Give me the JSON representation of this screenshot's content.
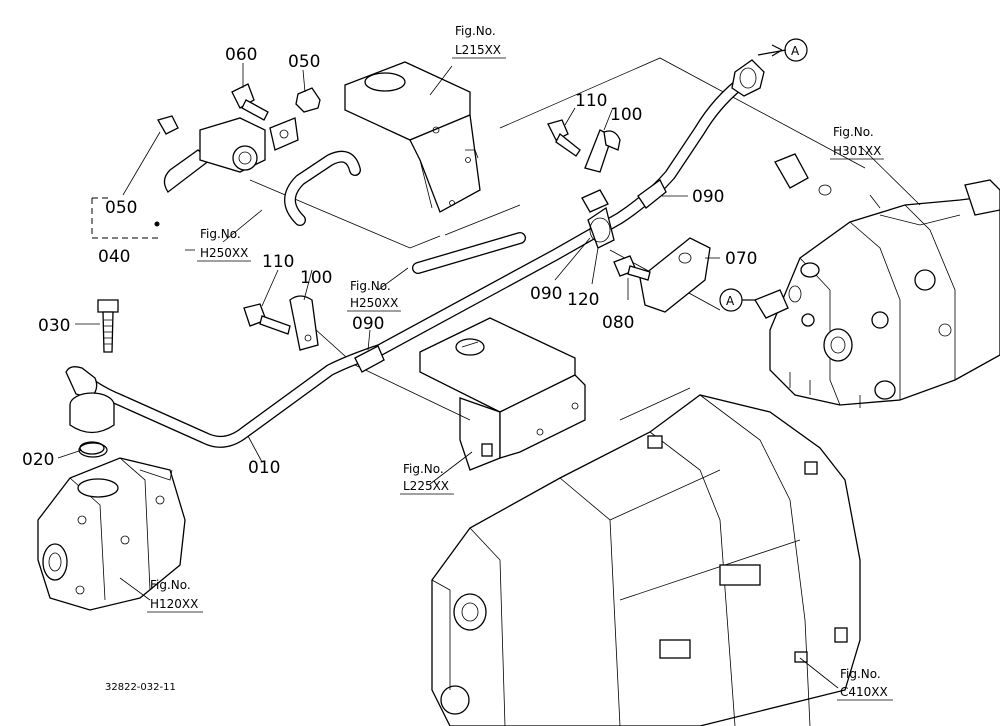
{
  "callouts": {
    "p060": "060",
    "p050_top": "050",
    "p050_left": "050",
    "p040": "040",
    "p110_top": "110",
    "p100_top": "100",
    "p090_right": "090",
    "p070": "070",
    "p090_mid": "090",
    "p120": "120",
    "p080": "080",
    "p110_mid": "110",
    "p100_mid": "100",
    "p090_low": "090",
    "p030": "030",
    "p020": "020",
    "p010": "010"
  },
  "figure_refs": {
    "prefix": "Fig.No.",
    "l215": "L215XX",
    "h301": "H301XX",
    "h250_left": "H250XX",
    "h250_mid": "H250XX",
    "l225": "L225XX",
    "h120": "H120XX",
    "c410": "C410XX"
  },
  "connectors": {
    "a_top": "A",
    "a_mid": "A"
  },
  "caption": "32822-032-11"
}
